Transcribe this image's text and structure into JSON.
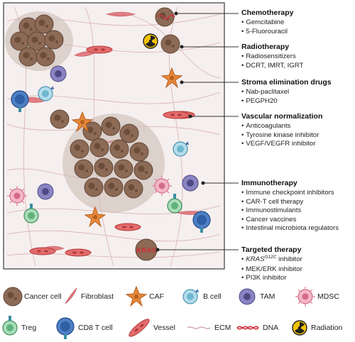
{
  "therapies": [
    {
      "title": "Chemotherapy",
      "items": [
        "Gemcitabine",
        "5-Fluorouracil"
      ]
    },
    {
      "title": "Radiotherapy",
      "items": [
        "Radiosensitizers",
        "DCRT, IMRT, IGRT"
      ]
    },
    {
      "title": "Stroma elimination drugs",
      "items": [
        "Nab-paclitaxel",
        "PEGPH20"
      ]
    },
    {
      "title": "Vascular normalization",
      "items": [
        "Anticoagulants",
        "Tyrosine kinase inhibitor",
        "VEGF/VEGFR inhibitor"
      ]
    },
    {
      "title": "Immunotherapy",
      "items": [
        "Immune checkpoint inhibitors",
        "CAR-T cell therapy",
        "Immunostimulants",
        "Cancer vaccines",
        "Intestinal microbiota regulators"
      ]
    },
    {
      "title": "Targeted therapy",
      "items": [
        "inhibitor",
        "MEK/ERK inhibitor",
        "PI3K inhibitor"
      ]
    }
  ],
  "targeted_gene": {
    "name": "KRAS",
    "superscript": "G12C"
  },
  "tumor_label": "KRAS",
  "legend": {
    "cancer_cell": "Cancer cell",
    "fibroblast": "Fibroblast",
    "caf": "CAF",
    "b_cell": "B cell",
    "tam": "TAM",
    "mdsc": "MDSC",
    "treg": "Treg",
    "cd8": "CD8 T cell",
    "vessel": "Vessel",
    "ecm": "ECM",
    "dna": "DNA",
    "radiation": "Radiation"
  },
  "colors": {
    "cancer_cell": "#8c6a55",
    "fibroblast": "#d0595e",
    "caf": "#e6873a",
    "b_cell": "#6db7cf",
    "tam": "#6e6aa8",
    "mdsc": "#e58aa3",
    "treg": "#5fb27a",
    "cd8": "#2f5fa5",
    "vessel": "#d64545",
    "ecm": "#c99a9a",
    "dna": "#d0303a",
    "radiation": "#f2c300"
  }
}
